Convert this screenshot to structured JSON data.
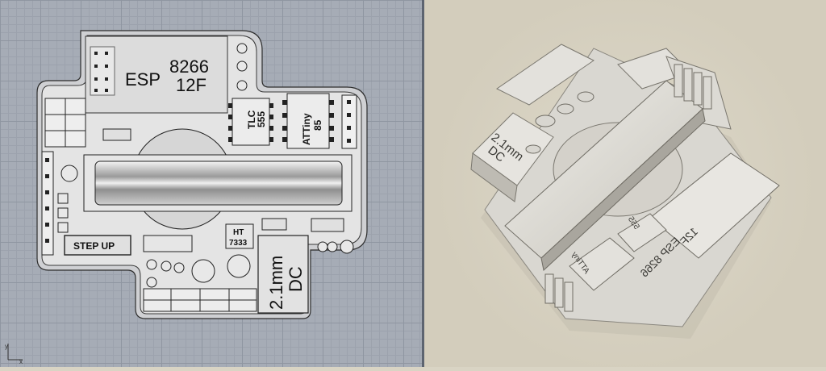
{
  "left_viewport": {
    "esp_label_1": "ESP",
    "esp_label_2": "8266",
    "esp_label_3": "12F",
    "tlc_label_1": "TLC",
    "tlc_label_2": "555",
    "attiny_label_1": "ATTiny",
    "attiny_label_2": "85",
    "stepup_label": "STEP UP",
    "ht_label_1": "HT",
    "ht_label_2": "7333",
    "dc_label_1": "2.1mm",
    "dc_label_2": "DC",
    "axis_y": "y",
    "axis_x": "x"
  },
  "right_viewport": {
    "dc_label_1": "2.1mm",
    "dc_label_2": "DC",
    "esp_label": "ESP 8266",
    "esp_label_2": "12F",
    "attiny_label": "ATTiny",
    "tlc_label": "555"
  },
  "colors": {
    "grid_bg": "#a6acb6",
    "board": "#e3e3e3",
    "render_bg": "#d8d3c3"
  }
}
